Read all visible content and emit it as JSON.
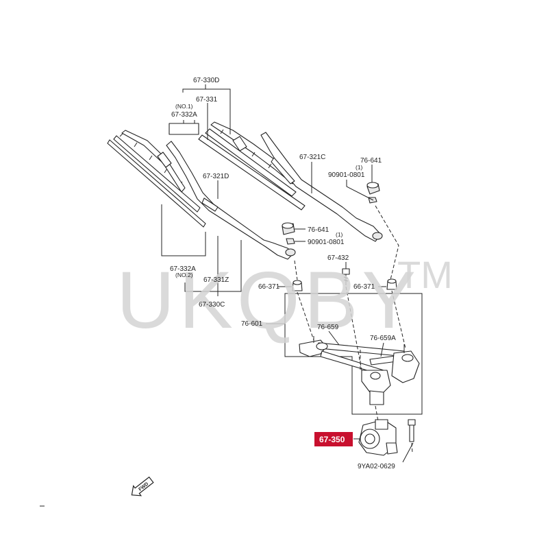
{
  "watermark": {
    "text": "UKQBY",
    "tm": "TM"
  },
  "highlight": {
    "text": "67-350",
    "color": "#c8102e"
  },
  "fwd_label": "FWD",
  "labels": {
    "l_67_330D": "67-330D",
    "l_67_331_top": "67-331",
    "l_no1": "(NO.1)",
    "l_67_332A_top": "67-332A",
    "l_67_321C": "67-321C",
    "l_76_641_right": "76-641",
    "l_1_right": "(1)",
    "l_90901_right": "90901-0801",
    "l_67_321D": "67-321D",
    "l_76_641_mid": "76-641",
    "l_1_mid": "(1)",
    "l_90901_mid": "90901-0801",
    "l_67_432": "67-432",
    "l_67_332A_bottom": "67-332A",
    "l_no2": "(NO.2)",
    "l_67_331Z": "67-331Z",
    "l_67_330C": "67-330C",
    "l_66_371_left": "66-371",
    "l_66_371_right": "66-371",
    "l_76_601": "76-601",
    "l_76_659": "76-659",
    "l_76_659A": "76-659A",
    "l_9YA02": "9YA02-0629"
  }
}
